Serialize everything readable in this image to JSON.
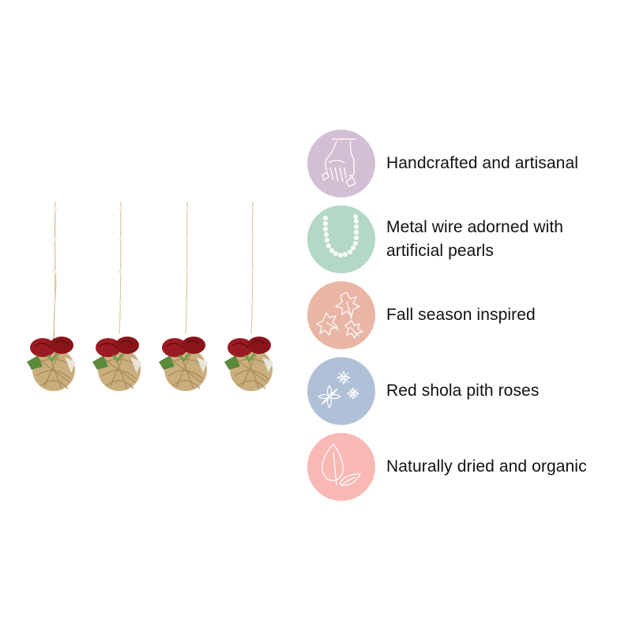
{
  "product": {
    "ornament_count": 4,
    "ornament_positions_x": [
      0,
      83,
      167,
      250
    ]
  },
  "features": [
    {
      "label": "Handcrafted and artisanal",
      "icon": "hand-icon",
      "color": "#d3bfd3"
    },
    {
      "label": "Metal wire adorned with\nartificial pearls",
      "icon": "pearl-necklace-icon",
      "color": "#b3d8c5"
    },
    {
      "label": "Fall season inspired",
      "icon": "maple-leaves-icon",
      "color": "#e9b6a6"
    },
    {
      "label": "Red shola pith roses",
      "icon": "flowers-icon",
      "color": "#b0c1d7"
    },
    {
      "label": "Naturally dried and organic",
      "icon": "leaves-icon",
      "color": "#f8b8b4"
    }
  ]
}
